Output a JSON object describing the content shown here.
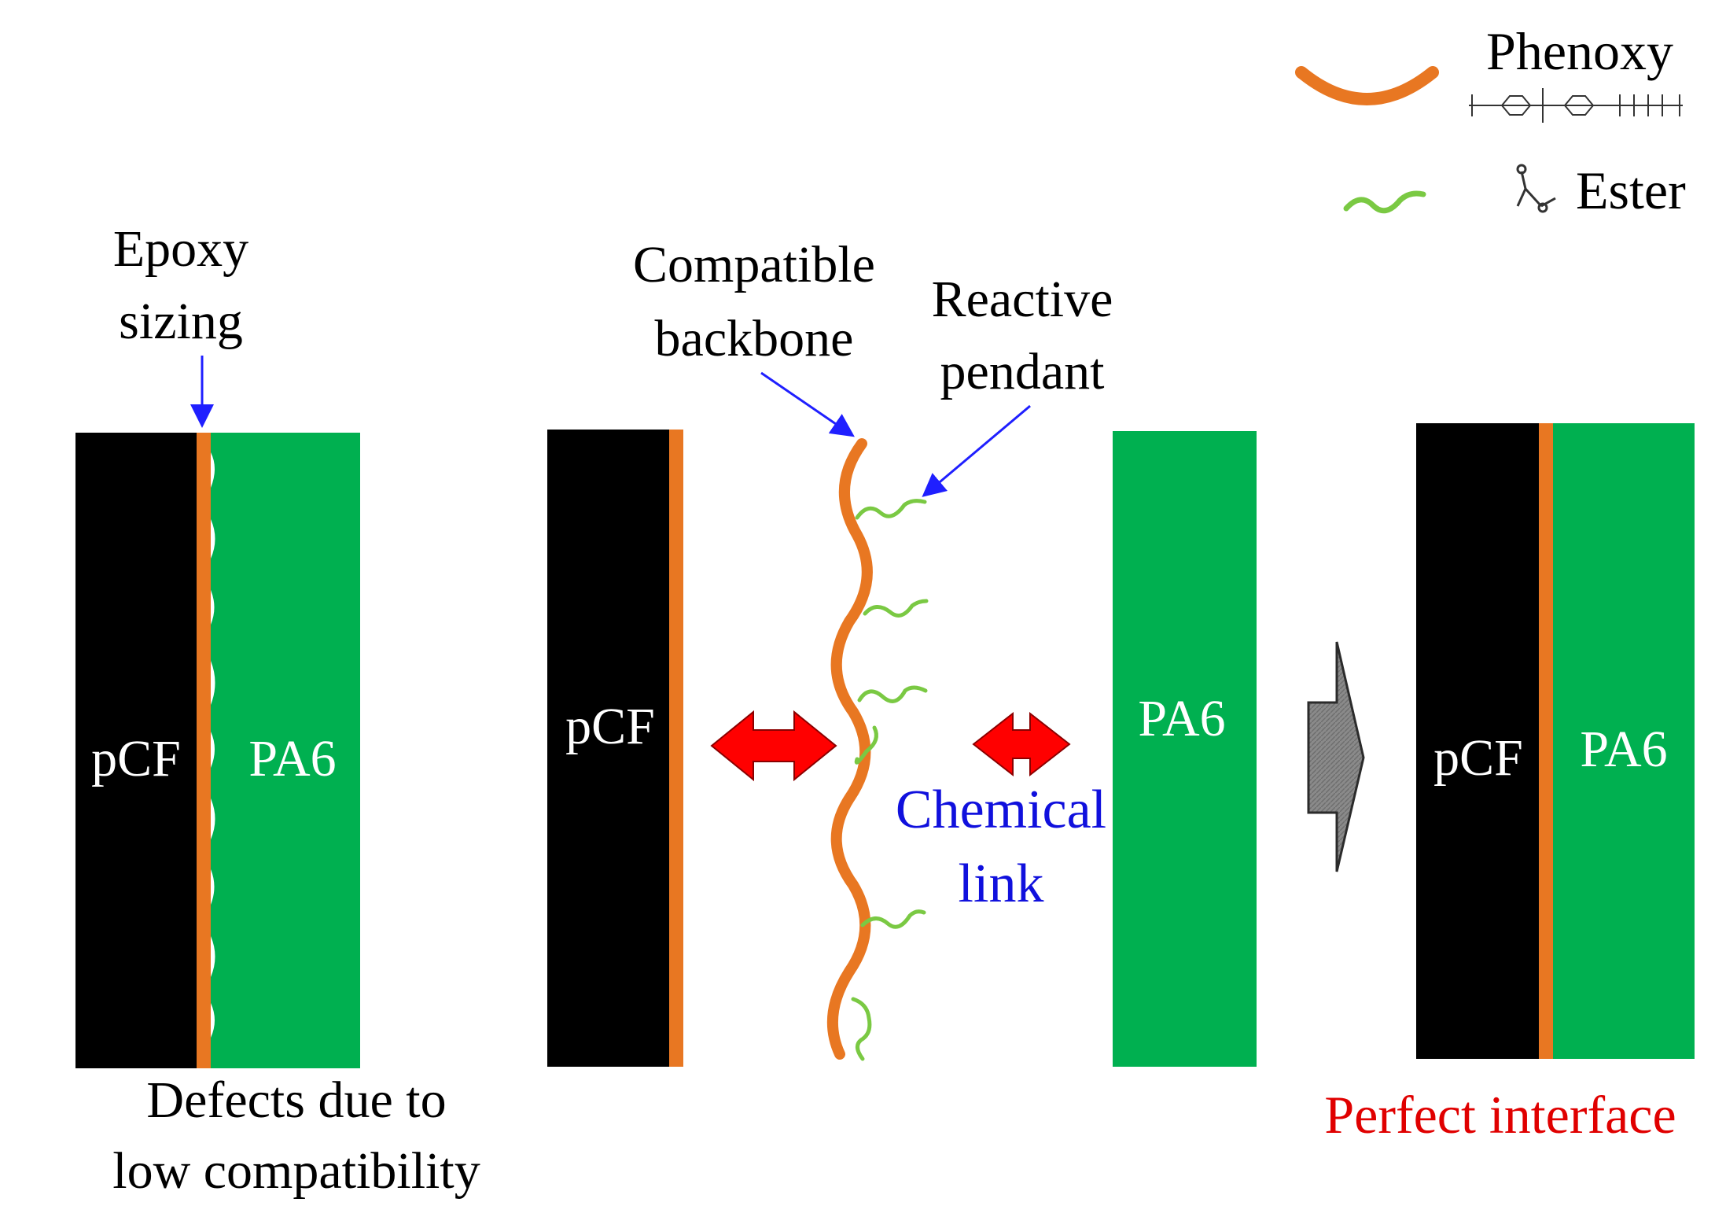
{
  "legend": {
    "phenoxy_label": "Phenoxy",
    "ester_label": "Ester"
  },
  "labels": {
    "epoxy_sizing_line1": "Epoxy",
    "epoxy_sizing_line2": "sizing",
    "compatible_backbone_line1": "Compatible",
    "compatible_backbone_line2": "backbone",
    "reactive_pendant_line1": "Reactive",
    "reactive_pendant_line2": "pendant",
    "chemical_link_line1": "Chemical",
    "chemical_link_line2": "link",
    "defects_line1": "Defects due to",
    "defects_line2": "low compatibility",
    "perfect_interface": "Perfect interface"
  },
  "panels": {
    "left": {
      "fiber_label": "pCF",
      "matrix_label": "PA6"
    },
    "middle": {
      "fiber_label": "pCF",
      "matrix_label": "PA6"
    },
    "right": {
      "fiber_label": "pCF",
      "matrix_label": "PA6"
    }
  },
  "colors": {
    "fiber": "#000000",
    "matrix": "#00b050",
    "sizing": "#e87722",
    "ester": "#7ac943",
    "annotation_arrow": "#1f1fff",
    "double_arrow": "#ff0000",
    "perfect_interface_text": "#e00000",
    "chemical_link_text": "#1010dd",
    "process_arrow": "#808080"
  }
}
